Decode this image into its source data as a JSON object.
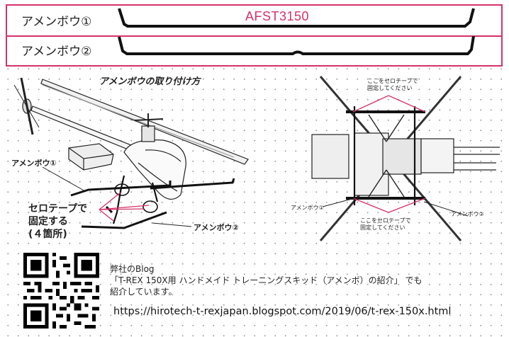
{
  "header": {
    "label1": "アメンボウ①",
    "label2": "アメンボウ②",
    "product_code": "AFST3150",
    "accent_color": "#d4326a"
  },
  "left_diagram": {
    "title": "アメンボウの取り付け方",
    "callout1": "アメンボウ①",
    "callout2": "アメンボウ②",
    "tape_line1": "セロテープで",
    "tape_line2": "固定する",
    "tape_line3": "(４箇所)"
  },
  "right_diagram": {
    "tape_note_top_line1": "ここをセロテープで",
    "tape_note_top_line2": "固定してください",
    "tape_note_bottom_line1": "ここをセロテープで",
    "tape_note_bottom_line2": "固定してください",
    "callout1": "アメンボウ①",
    "callout2": "アメンボウ②"
  },
  "footer": {
    "blog_line1": "弊社のBlog",
    "blog_line2": "「T-REX 150X用 ハンドメイド トレーニングスキッド（アメンボ）の紹介」 でも",
    "blog_line3": "紹介しています。",
    "url": "https://hirotech-t-rexjapan.blogspot.com/2019/06/t-rex-150x.html",
    "qr_icon": "qr-code-icon"
  }
}
